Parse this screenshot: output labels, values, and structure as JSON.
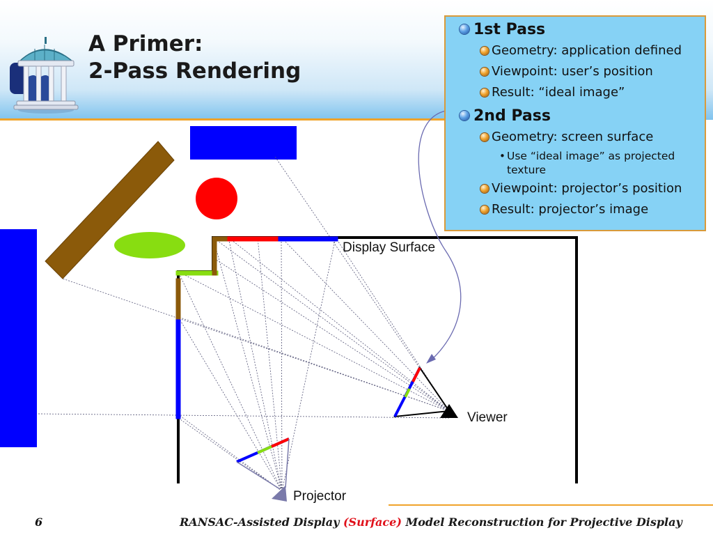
{
  "slide": {
    "title_line1": "A Primer:",
    "title_line2": "2-Pass Rendering"
  },
  "callout": {
    "pass1": {
      "heading": "1st Pass",
      "items": [
        "Geometry: application defined",
        "Viewpoint: user’s position",
        "Result: “ideal image”"
      ]
    },
    "pass2": {
      "heading": "2nd Pass",
      "geometry": "Geometry: screen surface",
      "sub_item": "Use “ideal image” as projected texture",
      "viewpoint": "Viewpoint: projector’s position",
      "result": "Result: projector’s image"
    }
  },
  "diagram": {
    "display_surface_label": "Display Surface",
    "viewer_label": "Viewer",
    "projector_label": "Projector"
  },
  "footer": {
    "page_number": "6",
    "text_before": "RANSAC-Assisted Display ",
    "text_accent": "(Surface)",
    "text_after": " Model Reconstruction for Projective Display"
  },
  "colors": {
    "accent_orange": "#f0a32a",
    "callout_fill": "#86d2f5",
    "object_blue": "#0000ff",
    "object_red": "#ff0000",
    "object_green": "#88dd11",
    "object_brown": "#8b5a0a"
  }
}
